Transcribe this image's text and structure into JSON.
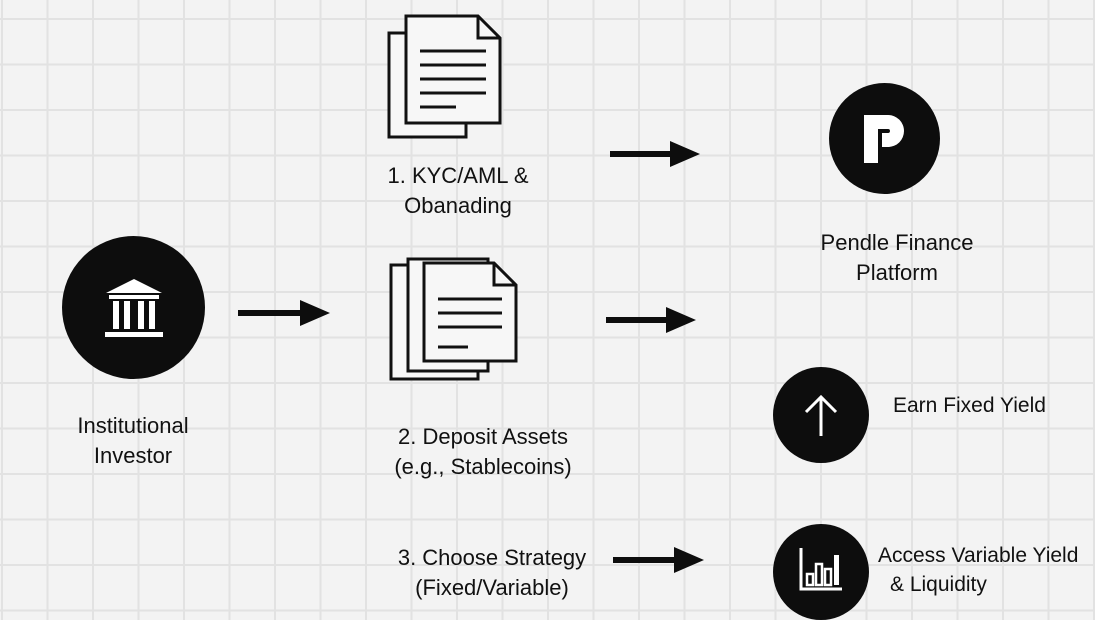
{
  "investor": {
    "label_line1": "Institutional",
    "label_line2": "Investor",
    "icon": "bank-icon"
  },
  "step1": {
    "line1": "1. KYC/AML &",
    "line2": "Obanading",
    "icon": "document-icon"
  },
  "step2": {
    "line1": "2. Deposit Assets",
    "line2": "(e.g., Stablecoins)",
    "icon": "document-icon"
  },
  "step3": {
    "line1": "3. Choose Strategy",
    "line2": "(Fixed/Variable)"
  },
  "platform": {
    "line1": "Pendle Finance",
    "line2": "Platform",
    "icon": "pendle-logo"
  },
  "fixed": {
    "label": "Earn Fixed Yield",
    "icon": "arrow-up-icon"
  },
  "variable": {
    "line1": "Access Variable Yield",
    "line2": "& Liquidity",
    "icon": "bar-chart-icon"
  },
  "colors": {
    "background": "#f3f3f3",
    "grid": "#e2e2e2",
    "ink": "#0d0d0d"
  }
}
